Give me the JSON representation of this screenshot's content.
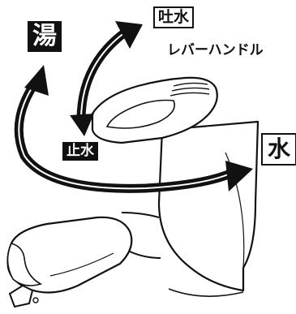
{
  "labels": {
    "hot": "湯",
    "spout_water": "吐水",
    "lever_handle": "レバーハンドル",
    "stop_water": "止水",
    "cold": "水"
  },
  "colors": {
    "ink": "#111111",
    "paper": "#ffffff"
  }
}
